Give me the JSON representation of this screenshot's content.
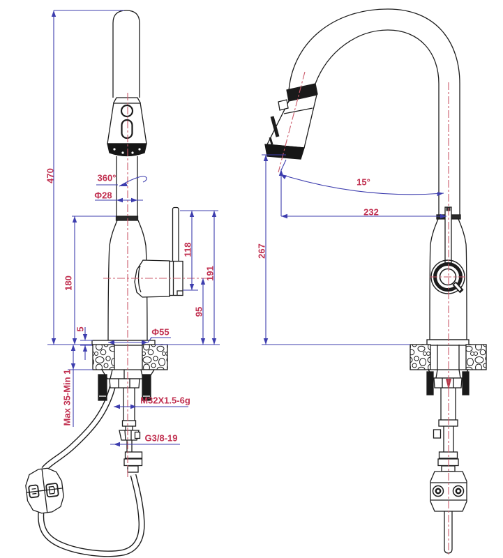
{
  "colors": {
    "outline": "#1c1c1c",
    "dimension_line": "#3d3dae",
    "dimension_text": "#c13050",
    "centerline": "#cb5a6a",
    "background": "#ffffff"
  },
  "front_view": {
    "name": "faucet-front-view",
    "dims": {
      "overall_height": "470",
      "swivel": "360°",
      "tube_diameter": "Φ28",
      "body_height": "180",
      "lever_height": "118",
      "lever_top_height": "191",
      "pivot_height": "95",
      "base_plate": "5",
      "base_diameter": "Φ55",
      "counter_thickness": "Max 35-Min 1",
      "shank_thread": "M32X1.5-6g",
      "supply_thread": "G3/8-19"
    }
  },
  "side_view": {
    "name": "faucet-side-view",
    "dims": {
      "spout_angle": "15°",
      "reach": "232",
      "spout_height": "267"
    }
  }
}
